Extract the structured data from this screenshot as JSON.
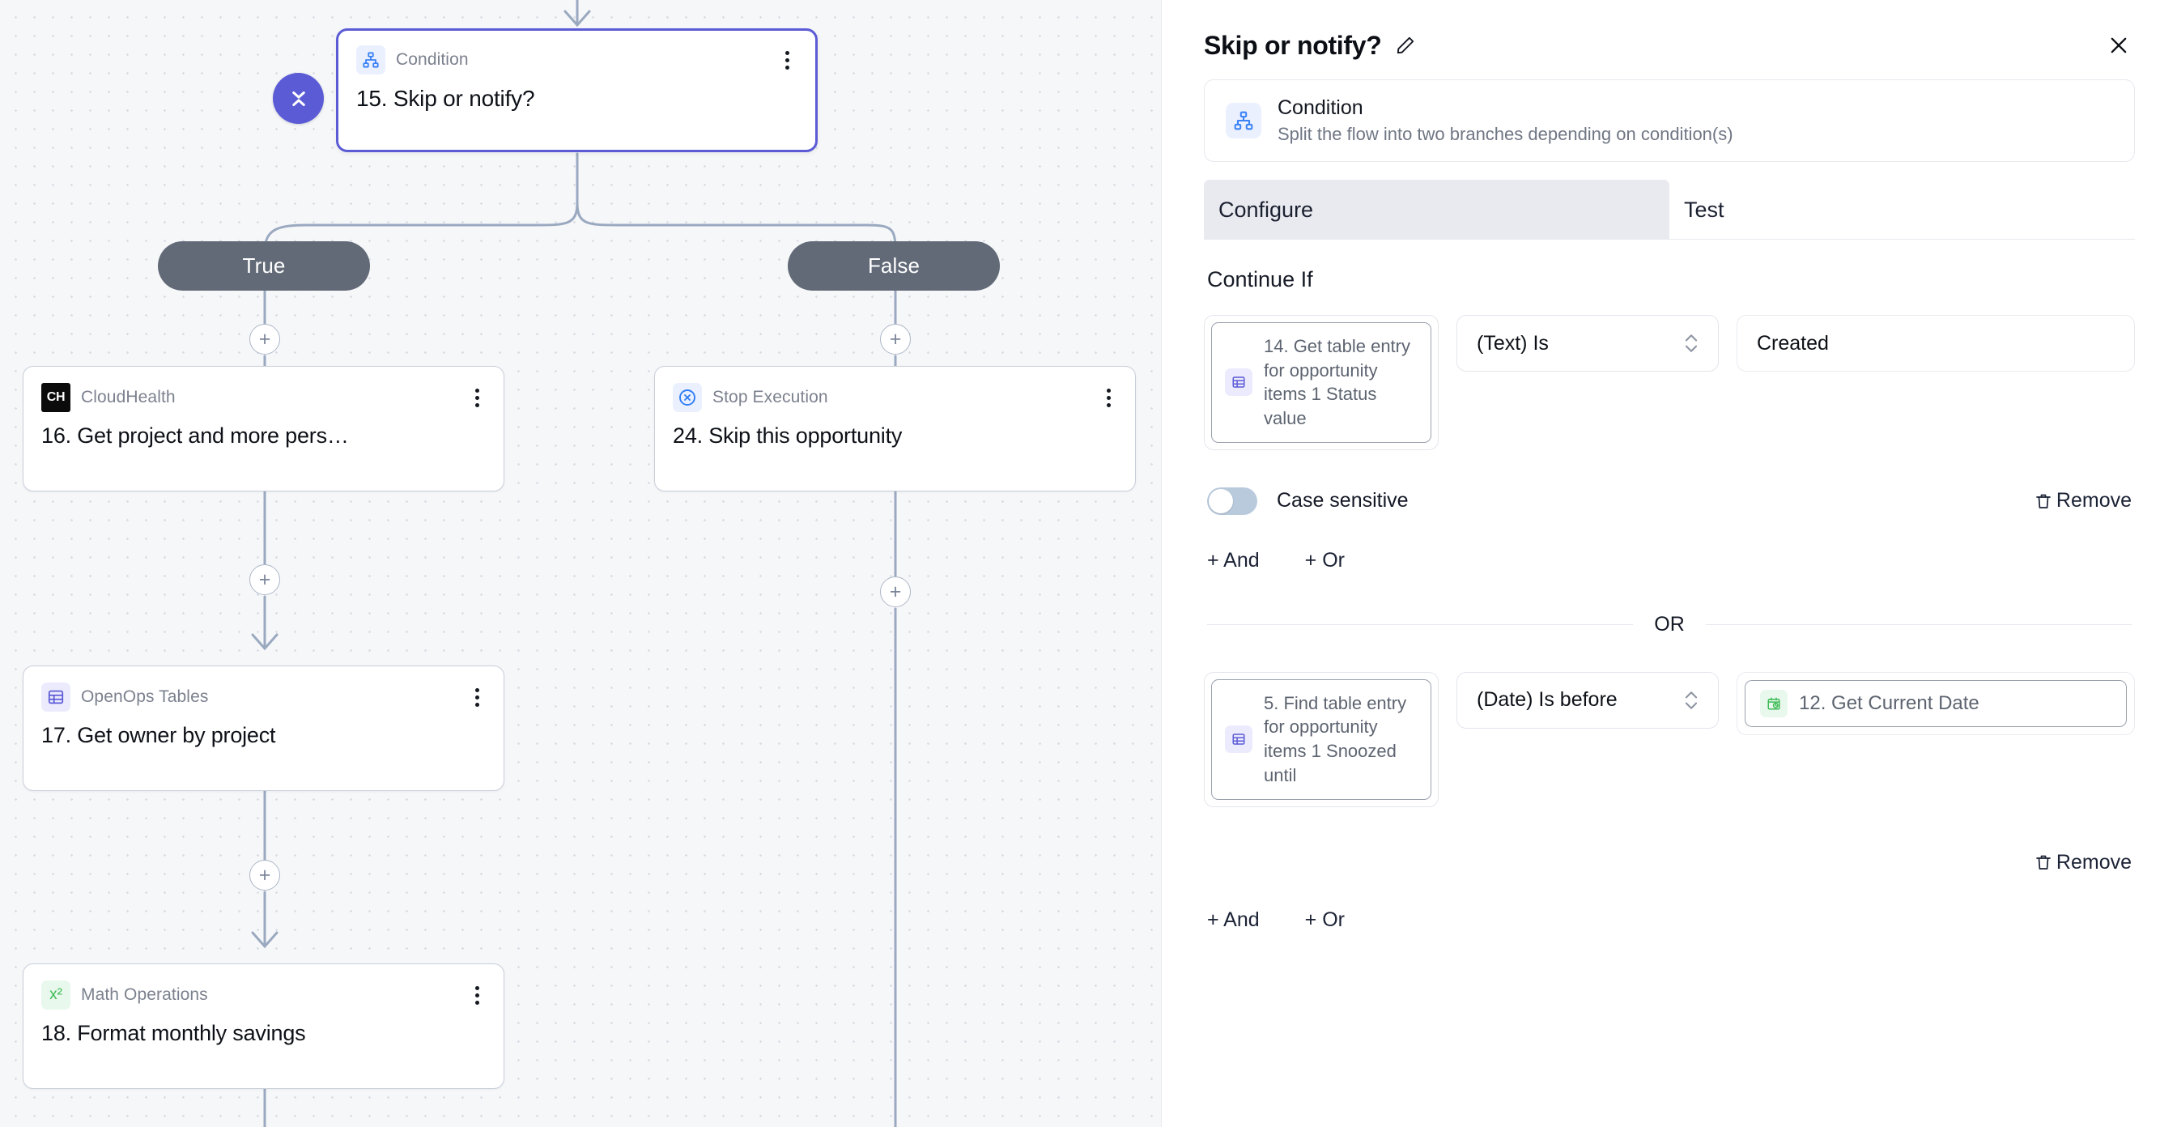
{
  "canvas": {
    "collapse_button": {
      "name": "collapse-branches",
      "icon": "chevrons-collapse-icon"
    },
    "condition_node": {
      "piece": "Condition",
      "title": "15. Skip or notify?",
      "icon": "condition-branch-icon",
      "selected": true
    },
    "branches": [
      {
        "label": "True"
      },
      {
        "label": "False"
      }
    ],
    "nodes": [
      {
        "piece": "CloudHealth",
        "title": "16. Get project and more pers…",
        "icon": "cloudhealth-logo",
        "logo_text": "CH"
      },
      {
        "piece": "Stop Execution",
        "title": "24. Skip this opportunity",
        "icon": "stop-execution-icon"
      },
      {
        "piece": "OpenOps Tables",
        "title": "17. Get owner by project",
        "icon": "table-icon"
      },
      {
        "piece": "Math Operations",
        "title": "18. Format monthly savings",
        "icon": "math-x-squared-icon",
        "logo_text": "x²"
      }
    ],
    "add_step_label": "+"
  },
  "panel": {
    "title": "Skip or notify?",
    "edit_icon": "pencil-icon",
    "close_icon": "close-icon",
    "piece": {
      "name": "Condition",
      "description": "Split the flow into two branches depending on condition(s)",
      "icon": "condition-branch-icon"
    },
    "tabs": [
      {
        "label": "Configure",
        "active": true
      },
      {
        "label": "Test",
        "active": false
      }
    ],
    "section_label": "Continue If",
    "conditions": [
      {
        "left_token": "14. Get table entry for opportunity items 1 Status value",
        "left_token_icon": "table-icon",
        "operator": "(Text) Is",
        "right_value": "Created",
        "right_kind": "text",
        "case_sensitive_label": "Case sensitive",
        "case_sensitive_on": false,
        "remove_label": "Remove",
        "and_label": "+ And",
        "or_label": "+ Or"
      },
      {
        "left_token": "5. Find table entry for opportunity items 1 Snoozed until",
        "left_token_icon": "table-icon",
        "operator": "(Date) Is before",
        "right_value": "12. Get Current Date",
        "right_kind": "chip",
        "right_chip_icon": "calendar-clock-icon",
        "remove_label": "Remove",
        "and_label": "+ And",
        "or_label": "+ Or"
      }
    ],
    "group_separator": "OR"
  },
  "colors": {
    "accent": "#5b5bd6",
    "branch_pill": "#626a78",
    "edge": "#9aa9c0",
    "canvas_bg": "#f6f7f9",
    "tab_active_bg": "#e8eaef",
    "toggle_off": "#b9cadd"
  }
}
